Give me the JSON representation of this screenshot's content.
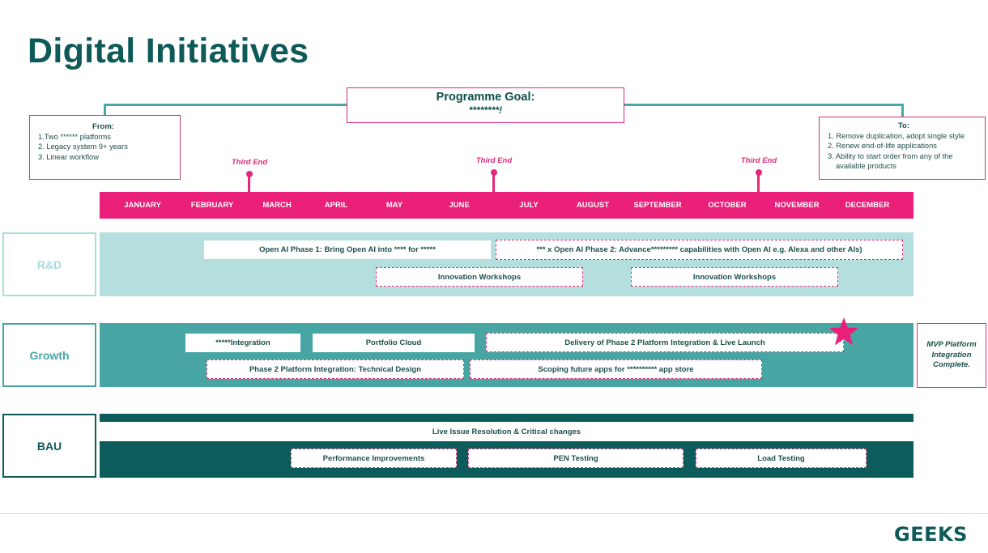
{
  "title": "Digital Initiatives",
  "goal": {
    "heading": "Programme Goal:",
    "text": "********!"
  },
  "from_box": {
    "heading": "From:",
    "items": [
      "1.Two ****** platforms",
      "2. Legacy system 9+ years",
      "3. Linear workflow"
    ]
  },
  "to_box": {
    "heading": "To:",
    "items": [
      "1. Remove duplication, adopt single style",
      "2. Renew end-of-life applications",
      "3. Ability to start order from any of the",
      "available products"
    ]
  },
  "markers": [
    "Third End",
    "Third End",
    "Third End"
  ],
  "months": [
    "JANUARY",
    "FEBRUARY",
    "MARCH",
    "APRIL",
    "MAY",
    "JUNE",
    "JULY",
    "AUGUST",
    "SEPTEMBER",
    "OCTOBER",
    "NOVEMBER",
    "DECEMBER"
  ],
  "lanes": {
    "rd": {
      "label": "R&D",
      "tasks": [
        "Open AI Phase 1: Bring Open AI into **** for *****",
        "*** x Open AI Phase 2: Advance********* capabilities with Open AI e.g. Alexa and other AIs)",
        "Innovation Workshops",
        "Innovation Workshops"
      ]
    },
    "growth": {
      "label": "Growth",
      "tasks": [
        "*****Integration",
        "Portfolio Cloud",
        "Delivery of Phase 2 Platform Integration & Live Launch",
        "Phase 2 Platform Integration: Technical Design",
        "Scoping future apps for ********** app store"
      ]
    },
    "bau": {
      "label": "BAU",
      "tasks": [
        "Live Issue Resolution & Critical changes",
        "Performance Improvements",
        "PEN Testing",
        "Load Testing"
      ]
    }
  },
  "milestone": "MVP Platform Integration Complete.",
  "logo": "GEEKS",
  "colors": {
    "pink": "#ea1f79",
    "dark_teal": "#0b5c5a",
    "teal": "#47a6a4",
    "light_teal": "#b4dfde"
  },
  "icons": [
    "star-icon"
  ]
}
